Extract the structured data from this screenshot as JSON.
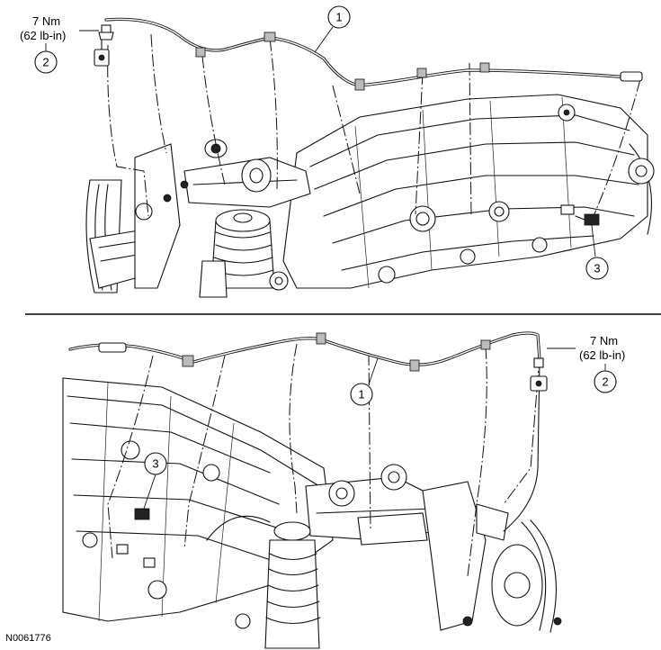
{
  "figure_id": "N0061776",
  "top_view": {
    "torque": {
      "nm": "7 Nm",
      "lbin": "(62 lb-in)"
    },
    "callouts": {
      "harness": "1",
      "bolt": "2",
      "sensor": "3"
    }
  },
  "bottom_view": {
    "torque": {
      "nm": "7 Nm",
      "lbin": "(62 lb-in)"
    },
    "callouts": {
      "harness": "1",
      "bolt": "2",
      "sensor": "3"
    }
  }
}
